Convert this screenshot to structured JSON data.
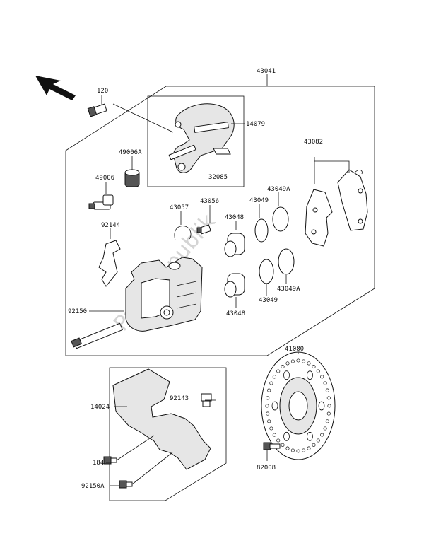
{
  "watermark": "PartsRepublik",
  "labels": {
    "l43041": "43041",
    "l120": "120",
    "l14079": "14079",
    "l49006a": "49006A",
    "l32085": "32085",
    "l43082": "43082",
    "l49006": "49006",
    "l43057": "43057",
    "l43056": "43056",
    "l43049a_top": "43049A",
    "l43049_top": "43049",
    "l43048_top": "43048",
    "l92144": "92144",
    "l43049a_bot": "43049A",
    "l43049_bot": "43049",
    "l43048_bot": "43048",
    "l92150": "92150",
    "l41080": "41080",
    "l14024": "14024",
    "l92143": "92143",
    "l184": "184",
    "l92150a": "92150A",
    "l82008": "82008"
  }
}
